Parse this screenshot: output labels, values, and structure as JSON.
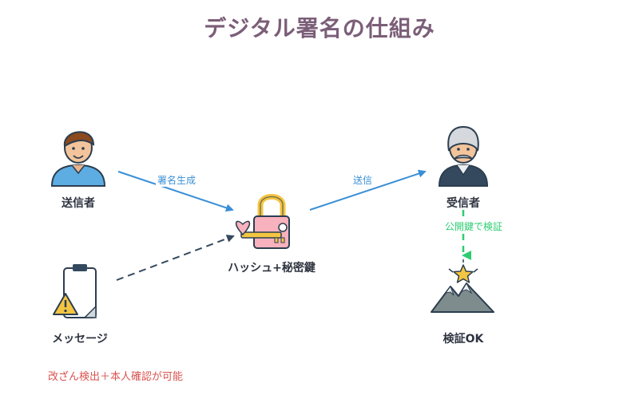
{
  "title": "デジタル署名の仕組み",
  "nodes": {
    "sender": "送信者",
    "message": "メッセージ",
    "hash_key": "ハッシュ+秘密鍵",
    "receiver": "受信者",
    "verify": "検証OK"
  },
  "edges": {
    "sign": "署名生成",
    "send": "送信",
    "verify_pubkey": "公開鍵で検証"
  },
  "note": "改ざん検出＋本人確認が可能",
  "colors": {
    "title": "#7b5e78",
    "arrow_blue": "#3a8fd6",
    "arrow_dark": "#34495e",
    "arrow_green": "#2ecc71",
    "note": "#d9534f"
  }
}
